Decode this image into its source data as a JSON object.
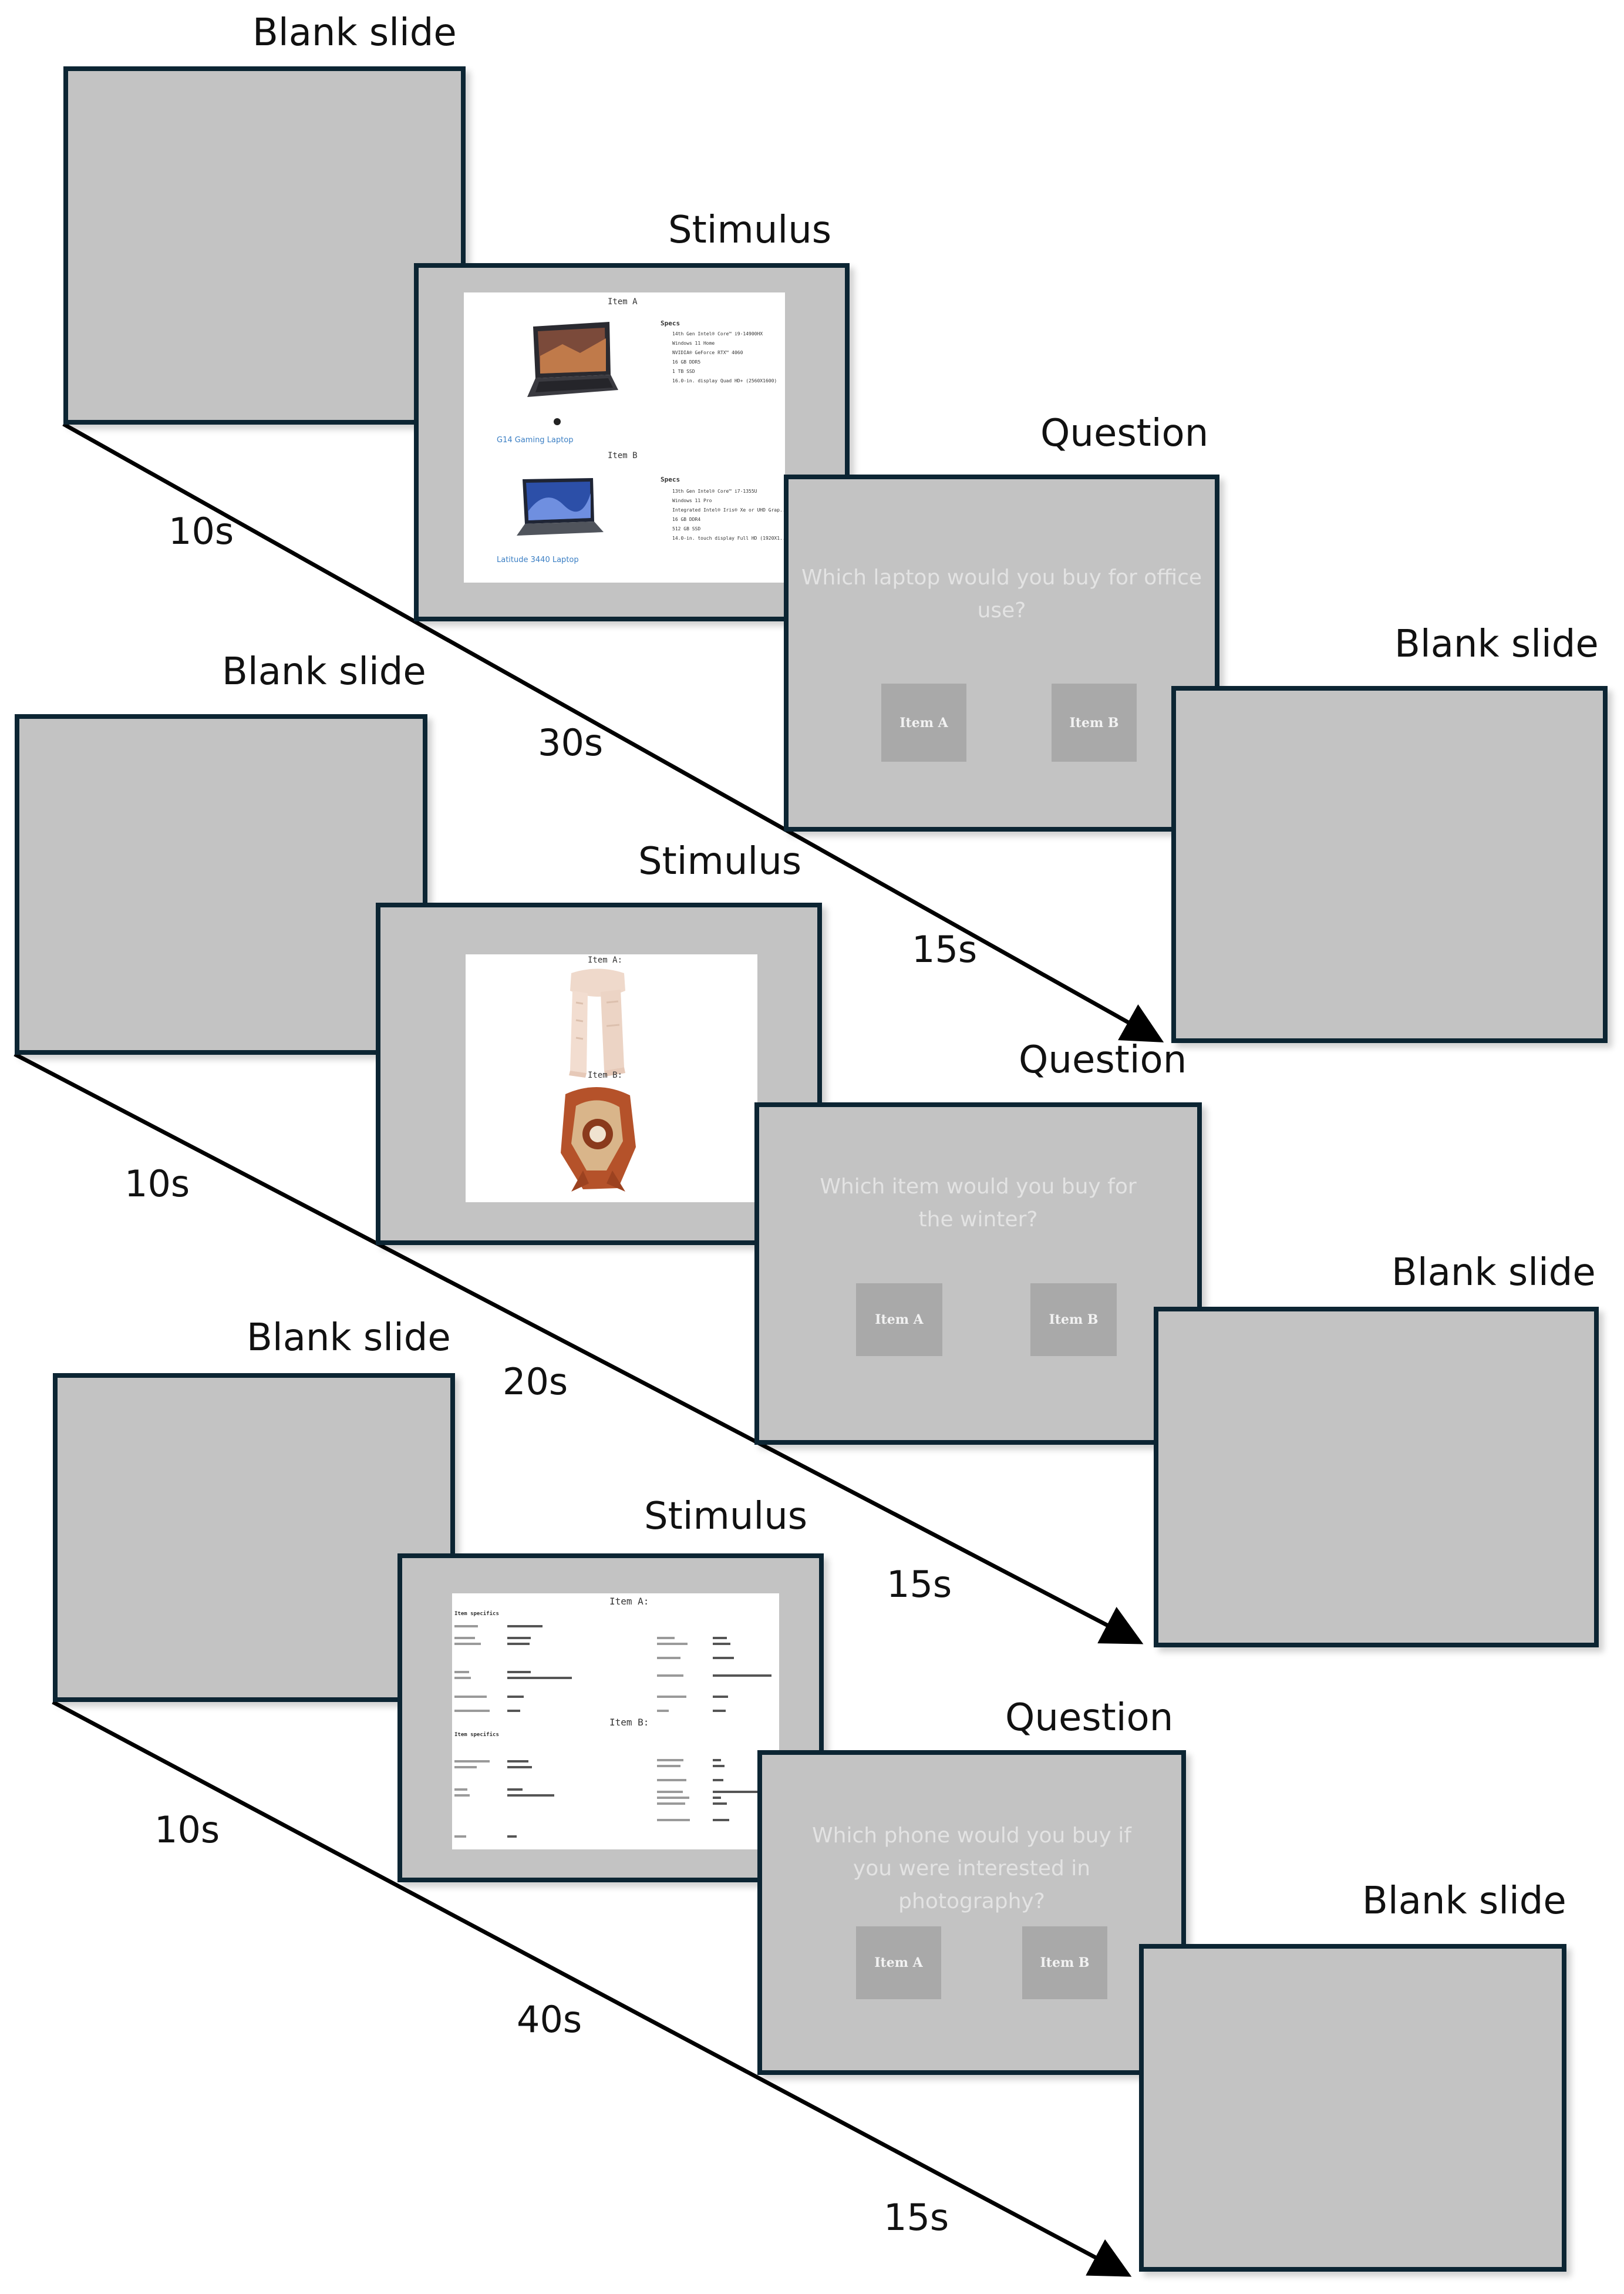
{
  "colors": {
    "slide_fill": "#c3c3c3",
    "slide_border": "#0c2533",
    "arrow": "#000000",
    "question_text": "#e3e3e3",
    "button_fill": "#a9a9a9"
  },
  "trials": [
    {
      "blank_label": "Blank slide",
      "stimulus_label": "Stimulus",
      "question_label": "Question",
      "end_blank_label": "Blank slide",
      "durations": [
        "10s",
        "30s",
        "15s"
      ],
      "stimulus": {
        "kind": "laptops",
        "item_a_header": "Item A",
        "item_b_header": "Item B",
        "item_a_link": "G14 Gaming Laptop",
        "item_b_link": "Latitude 3440 Laptop",
        "specs_heading": "Specs",
        "item_a_specs": [
          "14th Gen Intel® Core™ i9-14900HX",
          "Windows 11 Home",
          "NVIDIA® GeForce RTX™ 4060",
          "16 GB DDR5",
          "1 TB SSD",
          "16.0-in. display Quad HD+ (2560X1600)"
        ],
        "item_b_specs": [
          "13th Gen Intel® Core™ i7-1355U",
          "Windows 11 Pro",
          "Integrated Intel® Iris® Xe or UHD Grap...",
          "16 GB DDR4",
          "512 GB SSD",
          "14.0-in. touch display Full HD (1920X1..."
        ]
      },
      "question": {
        "text": "Which laptop would you buy for office use?",
        "button_a": "Item A",
        "button_b": "Item B"
      }
    },
    {
      "blank_label": "Blank slide",
      "stimulus_label": "Stimulus",
      "question_label": "Question",
      "end_blank_label": "Blank slide",
      "durations": [
        "10s",
        "20s",
        "15s"
      ],
      "stimulus": {
        "kind": "scarves",
        "item_a_header": "Item A:",
        "item_b_header": "Item B:"
      },
      "question": {
        "text": "Which item would you buy for the winter?",
        "button_a": "Item A",
        "button_b": "Item B"
      }
    },
    {
      "blank_label": "Blank slide",
      "stimulus_label": "Stimulus",
      "question_label": "Question",
      "end_blank_label": "Blank slide",
      "durations": [
        "10s",
        "40s",
        "15s"
      ],
      "stimulus": {
        "kind": "phones",
        "item_a_header": "Item A:",
        "item_b_header": "Item B:",
        "section_heading": "Item specifics"
      },
      "question": {
        "text": "Which phone would you buy if you were interested in photography?",
        "button_a": "Item A",
        "button_b": "Item B"
      }
    }
  ]
}
